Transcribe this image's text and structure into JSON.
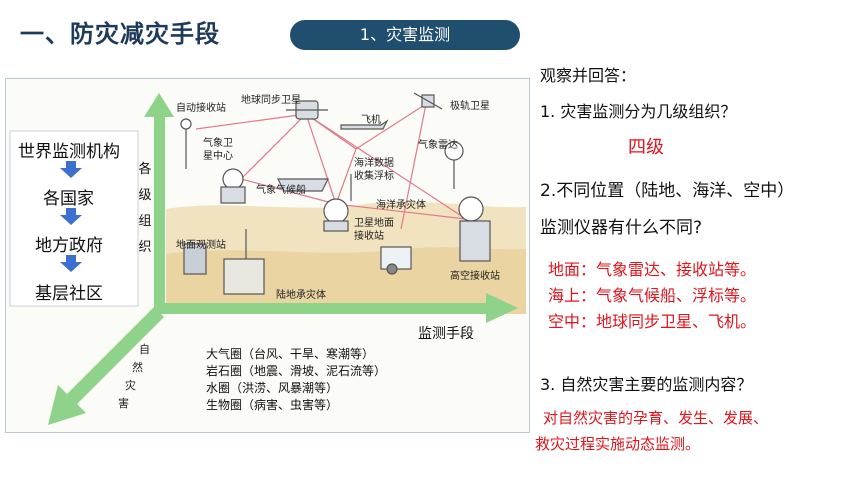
{
  "header": {
    "title": "一、防灾减灾手段",
    "section_pill": "1、灾害监测"
  },
  "figure": {
    "org_chain": [
      "世界监测机构",
      "各国家",
      "地方政府",
      "基层社区"
    ],
    "vertical_axis_label": [
      "各",
      "级",
      "组",
      "织"
    ],
    "horizontal_axis_label": "监测手段",
    "diagonal_axis_label": [
      "自",
      "然",
      "灾",
      "害"
    ],
    "scene_labels": {
      "auto_station": "自动接收站",
      "geo_satellite": "地球同步卫星",
      "polar_satellite": "极轨卫星",
      "plane": "飞机",
      "weather_center_1": "气象卫",
      "weather_center_2": "星中心",
      "weather_radar": "气象雷达",
      "ocean_data_1": "海洋数据",
      "ocean_data_2": "收集浮标",
      "weather_ship": "气象气候船",
      "ocean_body": "海洋承灾体",
      "ground_station_1": "卫星地面",
      "ground_station_2": "接收站",
      "surface_station": "地面观测站",
      "land_body": "陆地承灾体",
      "high_station": "高空接收站"
    },
    "spheres": [
      "大气圈（台风、干旱、寒潮等）",
      "岩石圈（地震、滑坡、泥石流等）",
      "水圈（洪涝、风暴潮等）",
      "生物圈（病害、虫害等）"
    ]
  },
  "questions": {
    "intro": "观察并回答：",
    "q1": "1. 灾害监测分为几级组织？",
    "a1": "四级",
    "q2_line1": "2.不同位置（陆地、海洋、空中）",
    "q2_line2": "监测仪器有什么不同?",
    "a2": [
      "地面：气象雷达、接收站等。",
      "海上：气象气候船、浮标等。",
      "空中：地球同步卫星、飞机。"
    ],
    "q3": "3. 自然灾害主要的监测内容？",
    "a3_line1": "对自然灾害的孕育、发生、发展、",
    "a3_line2": "救灾过程实施动态监测。"
  },
  "colors": {
    "title": "#1e3a5a",
    "pill": "#1f4e6e",
    "answer": "#e0141c",
    "axis_arrow": "#8fd28a",
    "down_arrow": "#3b6fd0",
    "signal_line": "#e07a8a"
  }
}
